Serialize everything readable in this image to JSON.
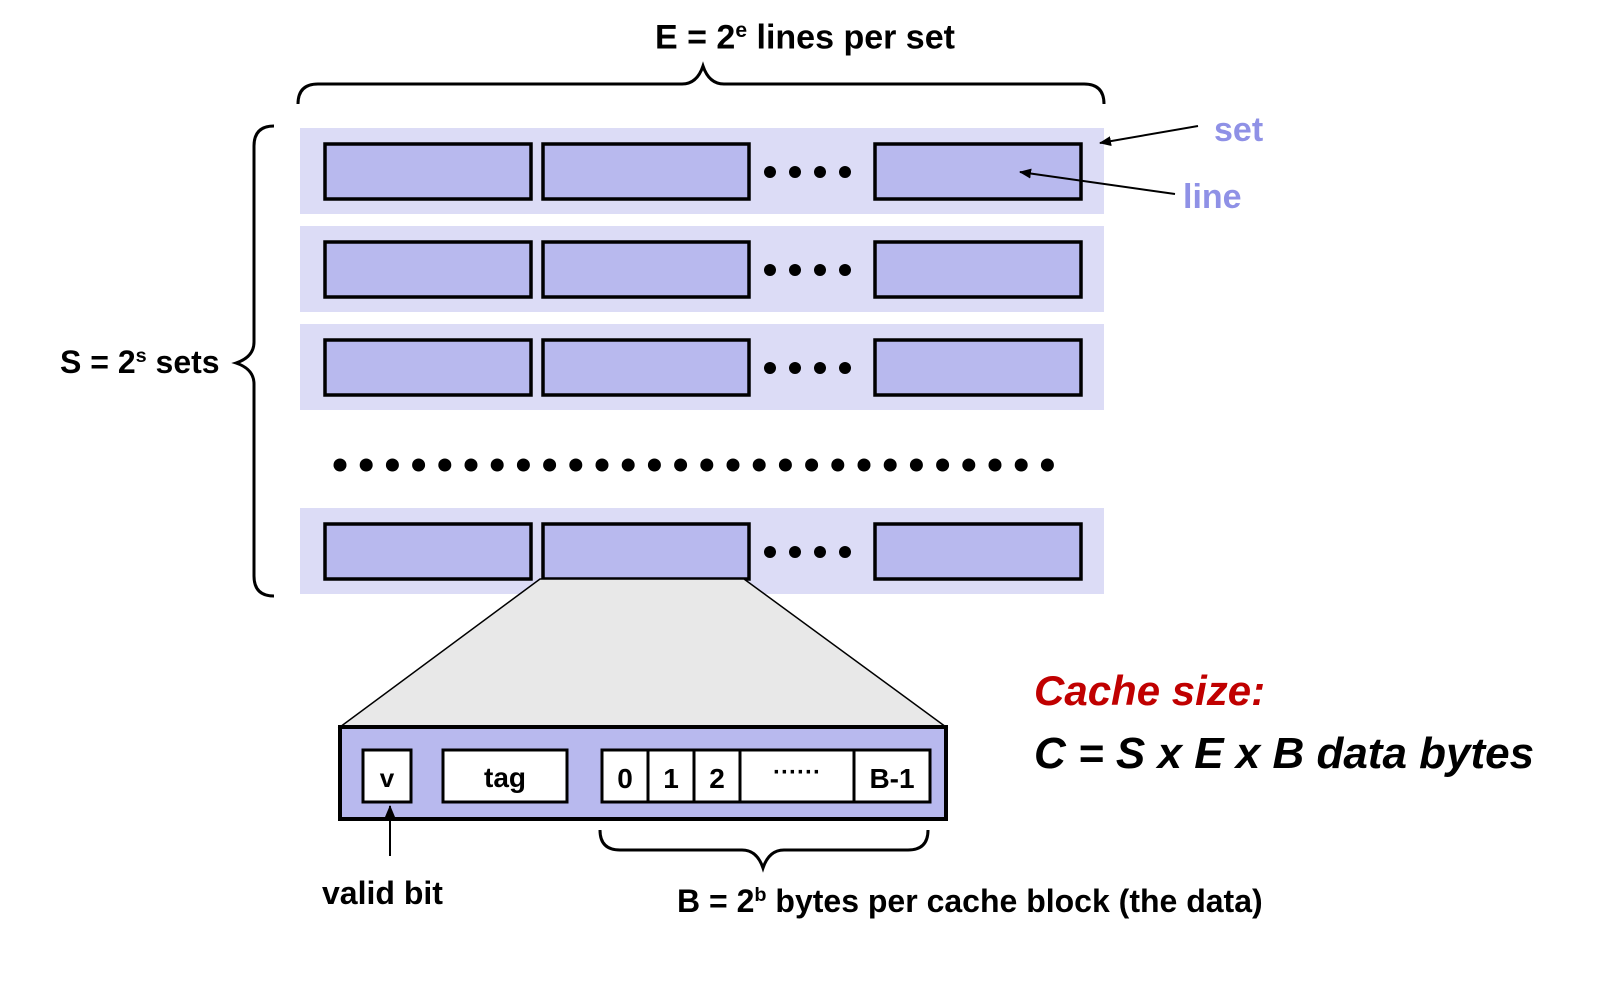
{
  "title": {
    "prefix": "E = 2",
    "sup": "e",
    "suffix": " lines per set"
  },
  "sets_label": {
    "prefix": "S = 2",
    "sup": "s",
    "suffix": " sets"
  },
  "set_label": "set",
  "line_label": "line",
  "block": {
    "v": "v",
    "tag": "tag",
    "bytes": [
      "0",
      "1",
      "2",
      "······",
      "B-1"
    ]
  },
  "valid_bit_label": "valid bit",
  "block_label": {
    "prefix": "B = 2",
    "sup": "b",
    "suffix": " bytes per cache block (the data)"
  },
  "cache_size": {
    "heading": "Cache size:",
    "formula": "C = S x E x B data bytes"
  },
  "colors": {
    "set_band": "#dcdcf6",
    "line_fill": "#b8b9ee",
    "accent_text": "#8f91e6",
    "heading_red": "#c00000",
    "zoom_fill": "#e8e8e8"
  }
}
